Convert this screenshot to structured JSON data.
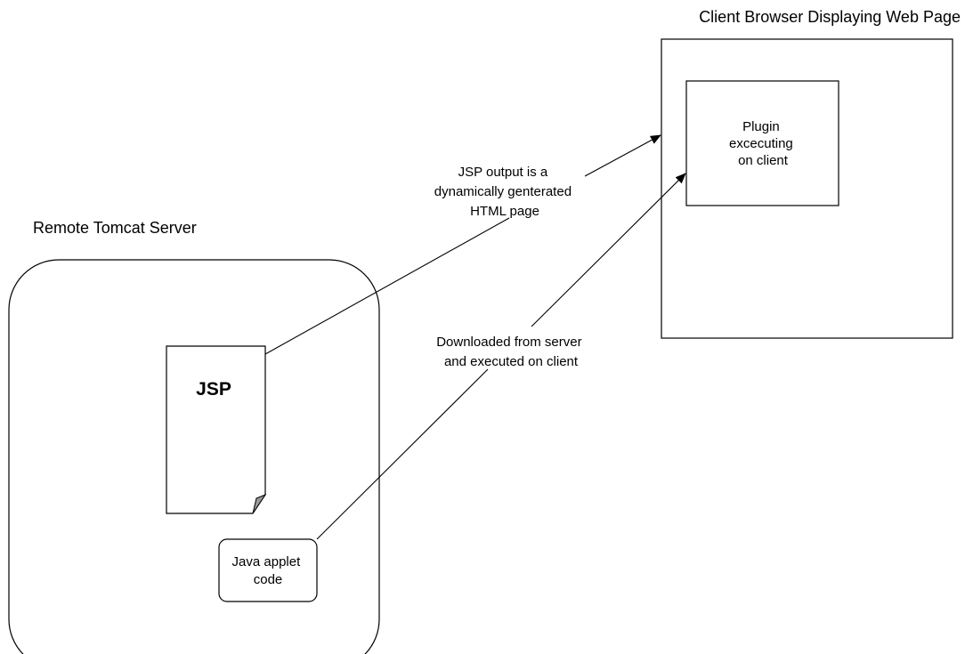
{
  "server": {
    "title": "Remote Tomcat Server",
    "jsp_label": "JSP",
    "applet_label": [
      "Java applet",
      "code"
    ]
  },
  "client": {
    "title": "Client Browser Displaying Web Page",
    "plugin_label": [
      "Plugin",
      "excecuting",
      "on client"
    ]
  },
  "connections": {
    "jsp_output_label": [
      "JSP output is a",
      "dynamically genterated",
      "HTML page"
    ],
    "download_label": [
      "Downloaded from server",
      "and executed on client"
    ]
  }
}
